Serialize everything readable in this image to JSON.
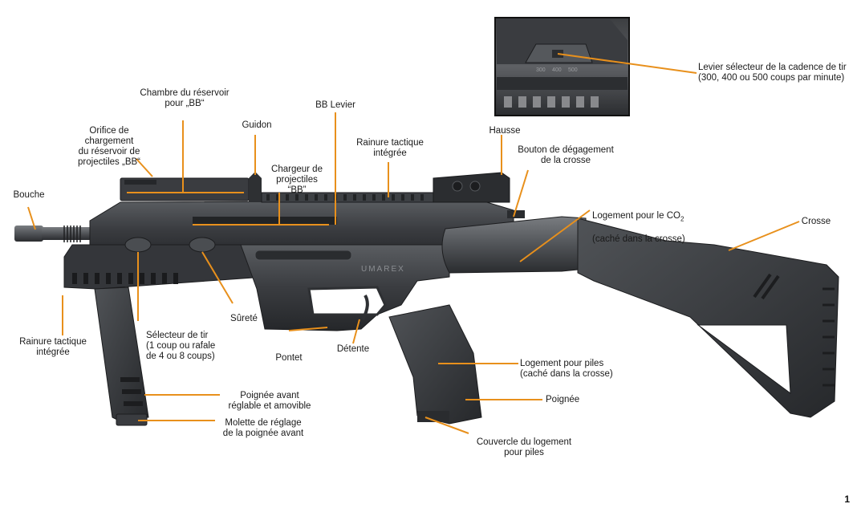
{
  "labels": {
    "bouche": "Bouche",
    "orifice": "Orifice de\nchargement\ndu réservoir de\nprojectiles „BB“",
    "chambre": "Chambre du réservoir\npour „BB“",
    "guidon": "Guidon",
    "bb_levier": "BB Levier",
    "chargeur": "Chargeur de\nprojectiles\n“BB”",
    "rainure_top": "Rainure tactique\nintégrée",
    "hausse": "Hausse",
    "bouton": "Bouton de dégagement\nde la crosse",
    "logement_co2_line1": "Logement pour le CO",
    "logement_co2_sub": "2",
    "logement_co2_line2": "(caché dans la crosse)",
    "crosse": "Crosse",
    "levier_cadence": "Levier sélecteur de la cadence de tir\n(300, 400 ou 500 coups par minute)",
    "rainure_bottom": "Rainure tactique\nintégrée",
    "selecteur": "Sélecteur de tir\n(1 coup ou rafale\nde 4 ou 8 coups)",
    "surete": "Sûreté",
    "pontet": "Pontet",
    "detente": "Détente",
    "logement_piles": "Logement pour  piles\n(caché dans la crosse)",
    "poignee": "Poignée",
    "poignee_avant": "Poignée avant\nréglable et amovible",
    "molette": "Molette de réglage\nde la poignée avant",
    "couvercle": "Couvercle du logement\npour piles"
  },
  "inset_markings": [
    "300",
    "400",
    "500"
  ],
  "brand_marking": "UMAREX",
  "page_number": "1",
  "colors": {
    "leader": "#e8901c",
    "gun_dark": "#2e3033",
    "gun_mid": "#4a4d51",
    "gun_light": "#6b6e72"
  }
}
